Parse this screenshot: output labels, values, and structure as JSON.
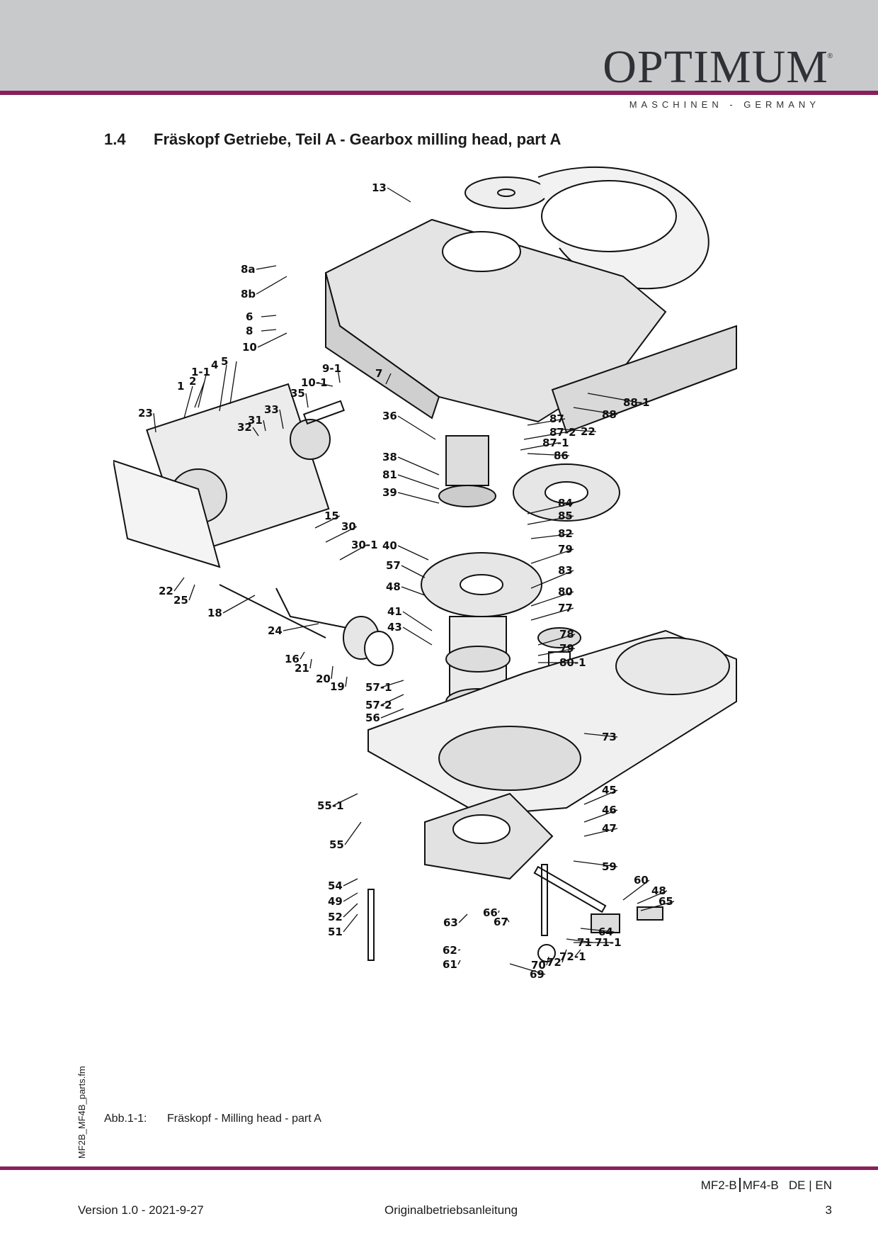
{
  "header": {
    "brand": "OPTIMUM",
    "brand_mark": "®",
    "tagline": "MASCHINEN - GERMANY"
  },
  "section": {
    "number": "1.4",
    "title": "Fräskopf Getriebe, Teil A -  Gearbox milling head, part A"
  },
  "drawing": {
    "part_labels": [
      "13",
      "8a",
      "8b",
      "6",
      "8",
      "10",
      "9-1",
      "10-1",
      "7",
      "35",
      "36",
      "33",
      "32",
      "31",
      "5",
      "4",
      "1-1",
      "1",
      "2",
      "23",
      "88-1",
      "88",
      "87",
      "87-2",
      "22",
      "87-1",
      "86",
      "38",
      "81",
      "39",
      "84",
      "85",
      "82",
      "40",
      "79",
      "57",
      "83",
      "48",
      "80",
      "77",
      "41",
      "43",
      "78",
      "79",
      "80-1",
      "15",
      "30",
      "30-1",
      "22",
      "25",
      "18",
      "24",
      "16",
      "21",
      "20",
      "19",
      "57-1",
      "57-2",
      "56",
      "73",
      "45",
      "46",
      "47",
      "55-1",
      "55",
      "59",
      "54",
      "49",
      "52",
      "51",
      "60",
      "48",
      "65",
      "66",
      "67",
      "64",
      "71",
      "71-1",
      "63",
      "62",
      "61",
      "70",
      "72",
      "72-1",
      "69"
    ]
  },
  "caption": {
    "label": "Abb.1-1:",
    "text": "Fräskopf - Milling head - part A"
  },
  "side_filename": "MF2B_MF4B_parts.fm",
  "footer": {
    "model_a": "MF2-B",
    "model_b": "MF4-B",
    "languages": "DE | EN",
    "version": "Version 1.0 - 2021-9-27",
    "document": "Originalbetriebsanleitung",
    "page": "3"
  }
}
